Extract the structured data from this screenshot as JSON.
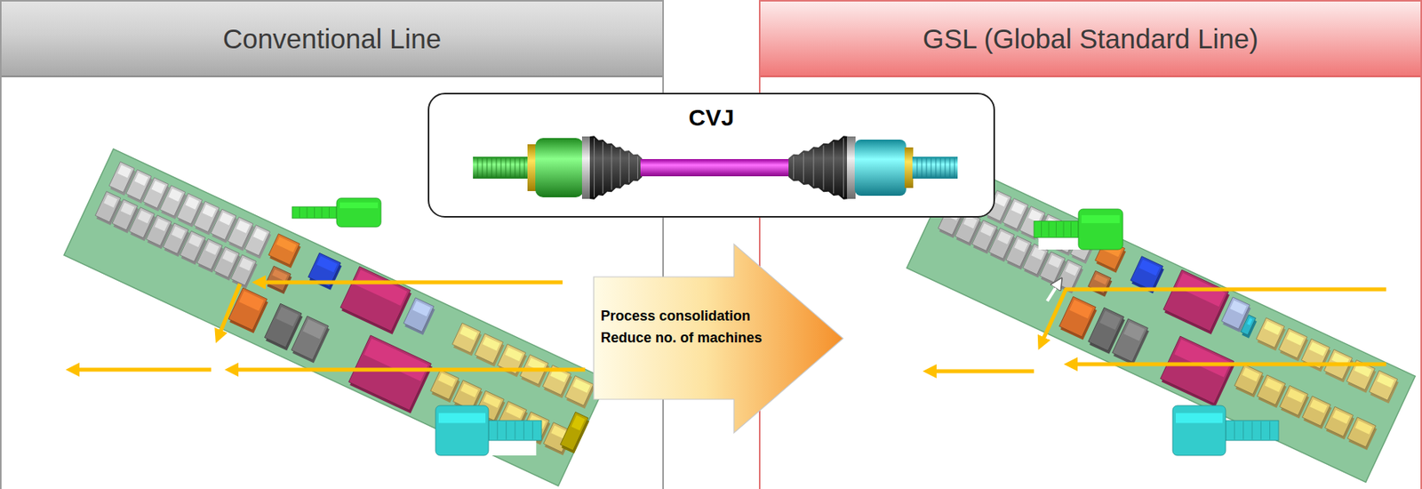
{
  "diagram": {
    "nodes": [
      {
        "text": [
          "Conventional Line"
        ]
      },
      {
        "text": [
          "GSL (Global Standard Line)"
        ]
      },
      {
        "text": [
          "CVJ"
        ]
      },
      {
        "text": [
          "Process consolidation",
          "Reduce no. of machines"
        ]
      }
    ]
  }
}
